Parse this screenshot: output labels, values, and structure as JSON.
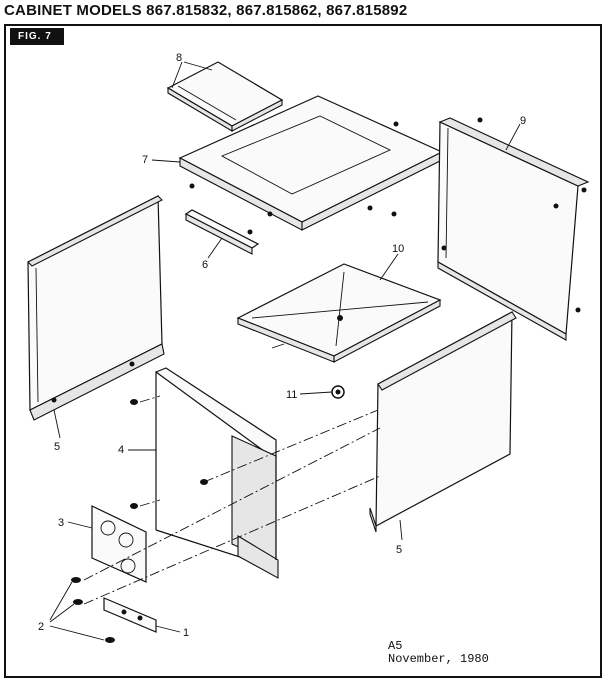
{
  "header": {
    "title": "CABINET MODELS 867.815832, 867.815862, 867.815892"
  },
  "figure": {
    "badge": "FIG. 7"
  },
  "callouts": [
    "1",
    "2",
    "3",
    "4",
    "5",
    "5",
    "6",
    "7",
    "8",
    "9",
    "10",
    "11"
  ],
  "footer": {
    "code": "A5",
    "date": "November, 1980"
  }
}
